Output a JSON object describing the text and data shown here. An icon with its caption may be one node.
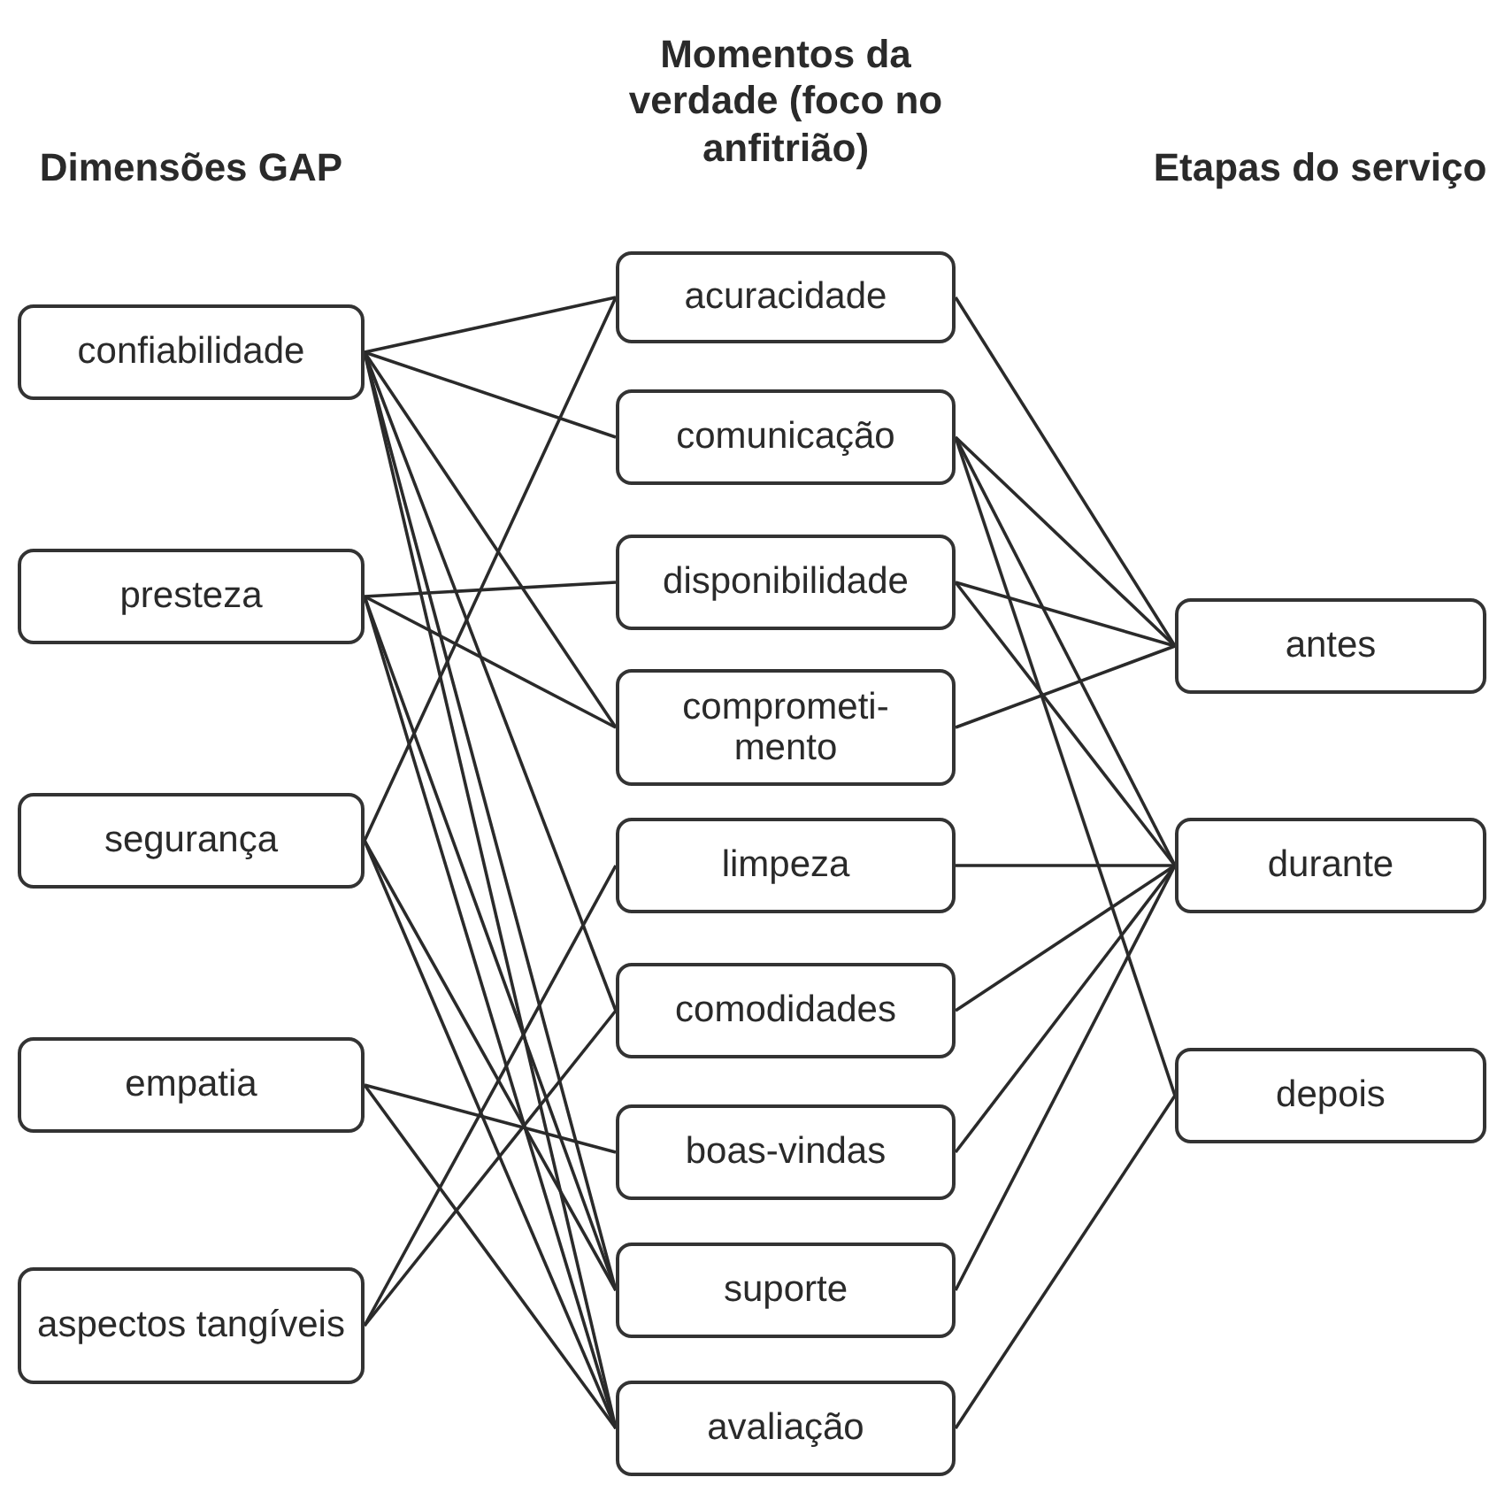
{
  "diagram": {
    "nodes": [
      {
        "text": [
          "confiabilidade"
        ]
      },
      {
        "text": [
          "presteza"
        ]
      },
      {
        "text": [
          "segurança"
        ]
      },
      {
        "text": [
          "empatia"
        ]
      },
      {
        "text": [
          "aspectos tangíveis"
        ]
      },
      {
        "text": [
          "acuracidade"
        ]
      },
      {
        "text": [
          "comunicação"
        ]
      },
      {
        "text": [
          "disponibilidade"
        ]
      },
      {
        "text": [
          "comprometi- mento"
        ]
      },
      {
        "text": [
          "limpeza"
        ]
      },
      {
        "text": [
          "comodidades"
        ]
      },
      {
        "text": [
          "boas-vindas"
        ]
      },
      {
        "text": [
          "suporte"
        ]
      },
      {
        "text": [
          "avaliação"
        ]
      },
      {
        "text": [
          "antes"
        ]
      },
      {
        "text": [
          "durante"
        ]
      },
      {
        "text": [
          "depois"
        ]
      }
    ],
    "edges": [
      {
        "from": 0,
        "to": 5,
        "arrow": "none"
      },
      {
        "from": 0,
        "to": 6,
        "arrow": "none"
      },
      {
        "from": 0,
        "to": 8,
        "arrow": "none"
      },
      {
        "from": 0,
        "to": 10,
        "arrow": "none"
      },
      {
        "from": 0,
        "to": 12,
        "arrow": "none"
      },
      {
        "from": 0,
        "to": 13,
        "arrow": "none"
      },
      {
        "from": 1,
        "to": 7,
        "arrow": "none"
      },
      {
        "from": 1,
        "to": 8,
        "arrow": "none"
      },
      {
        "from": 1,
        "to": 12,
        "arrow": "none"
      },
      {
        "from": 1,
        "to": 13,
        "arrow": "none"
      },
      {
        "from": 2,
        "to": 5,
        "arrow": "none"
      },
      {
        "from": 2,
        "to": 12,
        "arrow": "none"
      },
      {
        "from": 2,
        "to": 13,
        "arrow": "none"
      },
      {
        "from": 3,
        "to": 11,
        "arrow": "none"
      },
      {
        "from": 3,
        "to": 13,
        "arrow": "none"
      },
      {
        "from": 4,
        "to": 9,
        "arrow": "none"
      },
      {
        "from": 4,
        "to": 10,
        "arrow": "none"
      },
      {
        "from": 5,
        "to": 14,
        "arrow": "none"
      },
      {
        "from": 6,
        "to": 14,
        "arrow": "none"
      },
      {
        "from": 6,
        "to": 15,
        "arrow": "none"
      },
      {
        "from": 6,
        "to": 16,
        "arrow": "none"
      },
      {
        "from": 7,
        "to": 14,
        "arrow": "none"
      },
      {
        "from": 7,
        "to": 15,
        "arrow": "none"
      },
      {
        "from": 8,
        "to": 14,
        "arrow": "none"
      },
      {
        "from": 9,
        "to": 15,
        "arrow": "none"
      },
      {
        "from": 10,
        "to": 15,
        "arrow": "none"
      },
      {
        "from": 11,
        "to": 15,
        "arrow": "none"
      },
      {
        "from": 12,
        "to": 15,
        "arrow": "none"
      },
      {
        "from": 13,
        "to": 16,
        "arrow": "none"
      }
    ],
    "labels": [
      "Dimensões GAP",
      "Momentos da verdade (foco no anfitrião)",
      "Etapas do serviço"
    ]
  }
}
